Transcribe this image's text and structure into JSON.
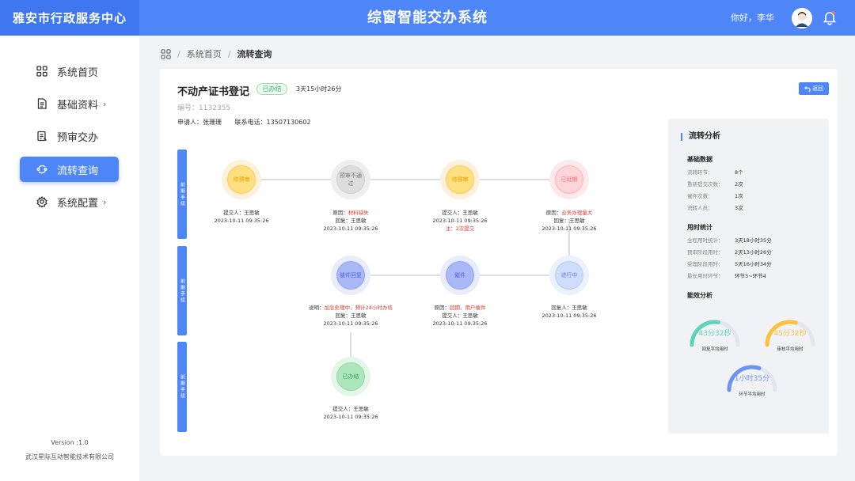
{
  "header": {
    "brand": "雅安市行政服务中心",
    "system_title": "综窗智能交办系统",
    "greeting": "你好，李华"
  },
  "sidebar": {
    "items": [
      {
        "label": "系统首页",
        "icon": "grid-icon",
        "chevron": ""
      },
      {
        "label": "基础资料",
        "icon": "document-icon",
        "chevron": "›"
      },
      {
        "label": "预审交办",
        "icon": "clipboard-icon",
        "chevron": ""
      },
      {
        "label": "流转查询",
        "icon": "flow-icon",
        "chevron": ""
      },
      {
        "label": "系统配置",
        "icon": "gear-icon",
        "chevron": "›"
      }
    ],
    "active_index": 3,
    "version": "Version :1.0",
    "company": "武汉星际互动智能技术有限公司"
  },
  "breadcrumb": {
    "home": "系统首页",
    "current": "流转查询"
  },
  "record": {
    "title": "不动产证书登记",
    "status": "已办结",
    "duration": "3天15小时26分",
    "back": "返回",
    "code": "编号：1132355",
    "applicant": "申请人：张珊珊",
    "phone": "联系电话：13507130602"
  },
  "stages": [
    "前期手续",
    "前期手续",
    "前期手续"
  ],
  "nodes": [
    {
      "label": "待预审",
      "style": "yellow",
      "lines": [
        {
          "t": "提交人：王思敏"
        },
        {
          "t": "2023-10-11 09:35:26"
        }
      ]
    },
    {
      "label": "预审不通过",
      "style": "gray",
      "lines": [
        {
          "t": "原因：",
          "r": "材料缺失"
        },
        {
          "t": "回复：王思敏"
        },
        {
          "t": "2023-10-11 09:35:26"
        }
      ]
    },
    {
      "label": "待预审",
      "style": "yellow",
      "lines": [
        {
          "t": "提交人：王思敏"
        },
        {
          "t": "2023-10-11 09:35:26"
        },
        {
          "t": "",
          "r": "注：2次提交"
        }
      ]
    },
    {
      "label": "已延期",
      "style": "pink",
      "lines": [
        {
          "t": "原因：",
          "r": "业务办理量大"
        },
        {
          "t": "回复：王思敏"
        },
        {
          "t": "2023-10-11 09:35:26"
        }
      ]
    },
    {
      "label": "催件回复",
      "style": "blue",
      "lines": [
        {
          "t": "说明：",
          "r": "加急处理中，预计24小时办结"
        },
        {
          "t": "回复：王思敏"
        },
        {
          "t": "2023-10-11 09:35:26"
        }
      ]
    },
    {
      "label": "催件",
      "style": "blue",
      "lines": [
        {
          "t": "原因：",
          "r": "超期、用户催件"
        },
        {
          "t": "提交人：王思敏"
        },
        {
          "t": "2023-10-11 09:35:26"
        }
      ]
    },
    {
      "label": "进行中",
      "style": "lblue",
      "lines": [
        {
          "t": "回复人：王思敏"
        },
        {
          "t": "2023-10-11 09:35:26"
        }
      ]
    },
    {
      "label": "已办结",
      "style": "green",
      "lines": [
        {
          "t": "提交人：王思敏"
        },
        {
          "t": "2023-10-11 09:35:26"
        }
      ]
    }
  ],
  "analysis": {
    "title": "流转分析",
    "basic_title": "基础数据",
    "basic": [
      {
        "k": "流转环节：",
        "v": "8个"
      },
      {
        "k": "重新提交次数：",
        "v": "2次"
      },
      {
        "k": "催件次数：",
        "v": "1次"
      },
      {
        "k": "流转人员：",
        "v": "3次"
      }
    ],
    "time_title": "用时统计",
    "time": [
      {
        "k": "全程用时统计：",
        "v": "3天18小时35分"
      },
      {
        "k": "预审阶段用时：",
        "v": "2天13小时26分"
      },
      {
        "k": "受理阶段用时：",
        "v": "5天16小时34分"
      },
      {
        "k": "最长用时环节：",
        "v": "环节3~环节4"
      }
    ],
    "perf_title": "能效分析",
    "gauges": [
      {
        "value": "43分32秒",
        "label": "回复平均用时",
        "color": "#5fd3b5",
        "fill": 0.55
      },
      {
        "value": "45分32秒",
        "label": "审核平均用时",
        "color": "#f8c23a",
        "fill": 0.58
      },
      {
        "value": "1小时35分",
        "label": "环节平均用时",
        "color": "#6d93f2",
        "fill": 0.6
      }
    ]
  }
}
